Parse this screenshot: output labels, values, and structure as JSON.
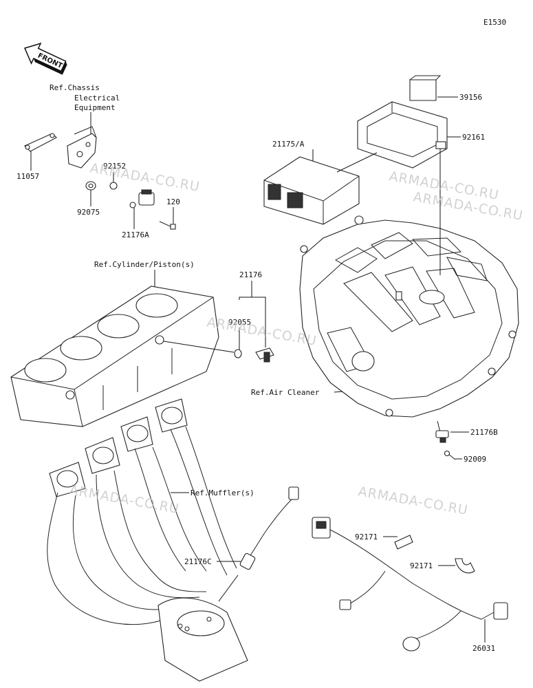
{
  "diagram_code": "E1530",
  "front_label": "FRONT",
  "refs": {
    "chassis_line1": "Ref.Chassis",
    "chassis_line2": "Electrical",
    "chassis_line3": "Equipment",
    "cylinder": "Ref.Cylinder/Piston(s)",
    "air_cleaner": "Ref.Air Cleaner",
    "muffler": "Ref.Muffler(s)"
  },
  "part_numbers": {
    "p39156": "39156",
    "p92161": "92161",
    "p21175A": "21175/A",
    "p11057": "11057",
    "p92152": "92152",
    "p92075": "92075",
    "p120": "120",
    "p21176A": "21176A",
    "p21176": "21176",
    "p92055": "92055",
    "p21176B": "21176B",
    "p92009": "92009",
    "p92171a": "92171",
    "p92171b": "92171",
    "p21176C": "21176C",
    "p26031": "26031"
  },
  "watermarks": [
    "ARMADA-CO.RU",
    "ARMADA-CO.RU",
    "ARMADA-CO.RU",
    "ARMADA-CO.RU",
    "ARMADA-CO.RU",
    "ARMADA-CO.RU"
  ]
}
